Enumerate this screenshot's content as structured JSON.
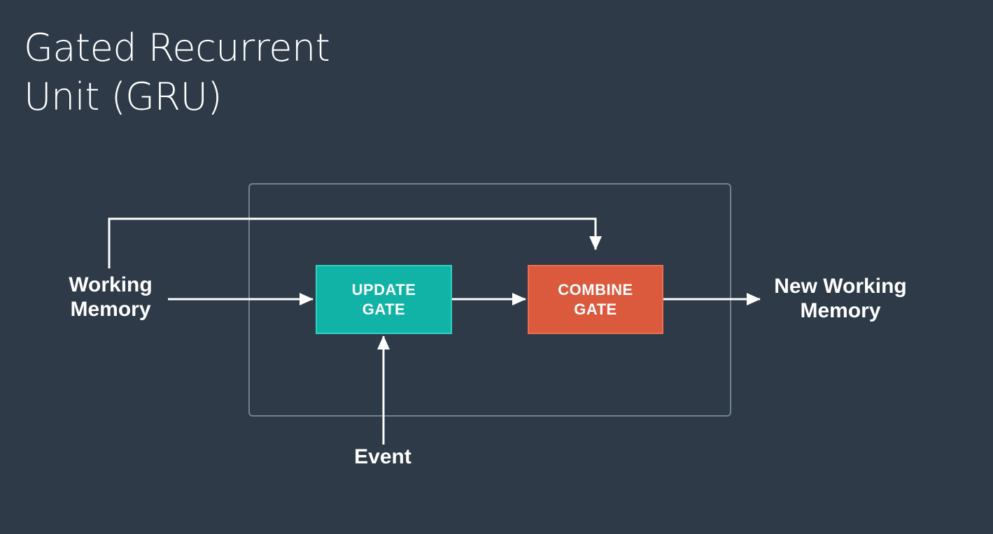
{
  "slide": {
    "title_line1": "Gated Recurrent",
    "title_line2": "Unit (GRU)"
  },
  "diagram": {
    "update_gate": {
      "line1": "UPDATE",
      "line2": "GATE",
      "color": "#11b3a6"
    },
    "combine_gate": {
      "line1": "COMBINE",
      "line2": "GATE",
      "color": "#db5a3d"
    },
    "input_label": {
      "line1": "Working",
      "line2": "Memory"
    },
    "output_label": {
      "line1": "New Working",
      "line2": "Memory"
    },
    "event_label": "Event",
    "colors": {
      "background": "#2e3a48",
      "frame": "#6f8393",
      "arrows": "#ffffff"
    }
  }
}
